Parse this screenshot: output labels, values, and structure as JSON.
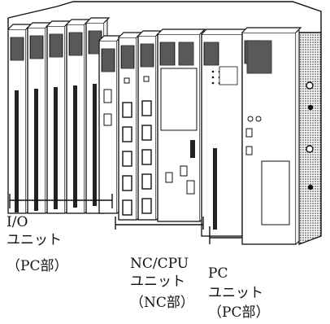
{
  "labels": {
    "io_unit": {
      "line1": "I/O",
      "line2": "ユニット",
      "line3": "（PC部）"
    },
    "nc_cpu_unit": {
      "line1": "NC/CPU",
      "line2": "ユニット",
      "line3": "（NC部）"
    },
    "pc_unit": {
      "line1": "PC",
      "line2": "ユニット",
      "line3": "（PC部）"
    }
  },
  "colors": {
    "ink": "#111111",
    "paper": "#ffffff"
  }
}
